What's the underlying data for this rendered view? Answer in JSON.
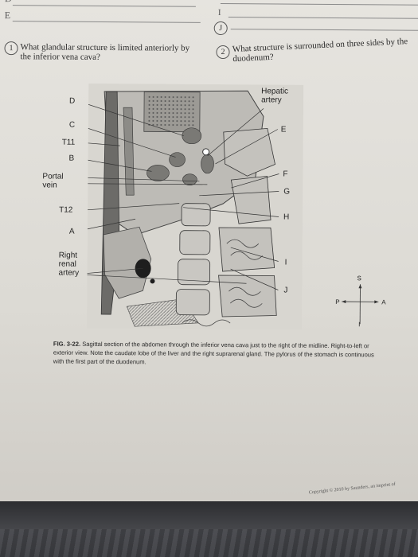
{
  "header": {
    "letters": [
      "D",
      "E"
    ],
    "marker_I": "I",
    "marker_J": "J"
  },
  "questions": [
    {
      "num": "1",
      "text": "What glandular structure is limited anteriorly by the inferior vena cava?"
    },
    {
      "num": "2",
      "text": "What structure is surrounded on three sides by the duodenum?"
    }
  ],
  "labels_left": {
    "D": "D",
    "C": "C",
    "T11": "T11",
    "B": "B",
    "portal_vein": "Portal vein",
    "T12": "T12",
    "A": "A",
    "right_renal_artery": "Right renal artery"
  },
  "labels_right": {
    "hepatic_artery": "Hepatic artery",
    "E": "E",
    "F": "F",
    "G": "G",
    "H": "H",
    "I": "I",
    "J": "J"
  },
  "orientation": {
    "S": "S",
    "P": "P",
    "A": "A",
    "I": "I"
  },
  "caption": {
    "fig_label": "FIG. 3-22.",
    "text": "Sagittal section of the abdomen through the inferior vena cava just to the right of the midline. Right-to-left or exterior view. Note the caudate lobe of the liver and the right suprarenal gland. The pylorus of the stomach is continuous with the first part of the duodenum."
  },
  "copyright": "Copyright © 2010 by Saunders, an imprint of"
}
